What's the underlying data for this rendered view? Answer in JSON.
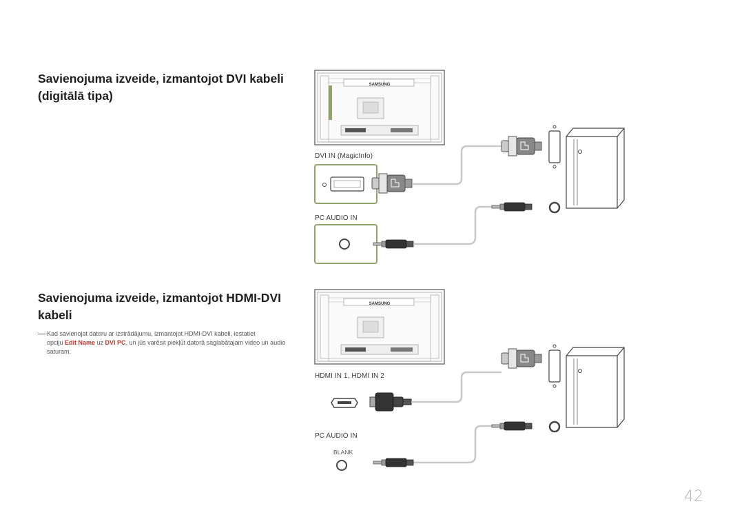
{
  "sections": [
    {
      "heading": "Savienojuma izveide, izmantojot DVI kabeli (digitālā tipa)"
    },
    {
      "heading": "Savienojuma izveide, izmantojot HDMI-DVI kabeli"
    }
  ],
  "note": {
    "part1": "Kad savienojat datoru ar izstrādājumu, izmantojot HDMI-DVI kabeli, iestatiet",
    "part2": "opciju ",
    "highlight1": "Edit Name",
    "part3": " uz ",
    "highlight2": "DVI PC",
    "part4": ", un jūs varēsit piekļūt datorā saglabātajam video un audio saturam."
  },
  "diagram1": {
    "brand": "SAMSUNG",
    "port_label_dvi": "DVI IN (MagicInfo)",
    "port_label_audio": "PC AUDIO IN"
  },
  "diagram2": {
    "brand": "SAMSUNG",
    "port_label_hdmi": "HDMI IN 1, HDMI IN 2",
    "port_label_audio": "PC AUDIO IN",
    "port_label_blank": "BLANK"
  },
  "page_number": "42",
  "colors": {
    "highlight": "#c0392b",
    "port_frame": "#8fa46a",
    "cable": "#c8c8c8"
  }
}
